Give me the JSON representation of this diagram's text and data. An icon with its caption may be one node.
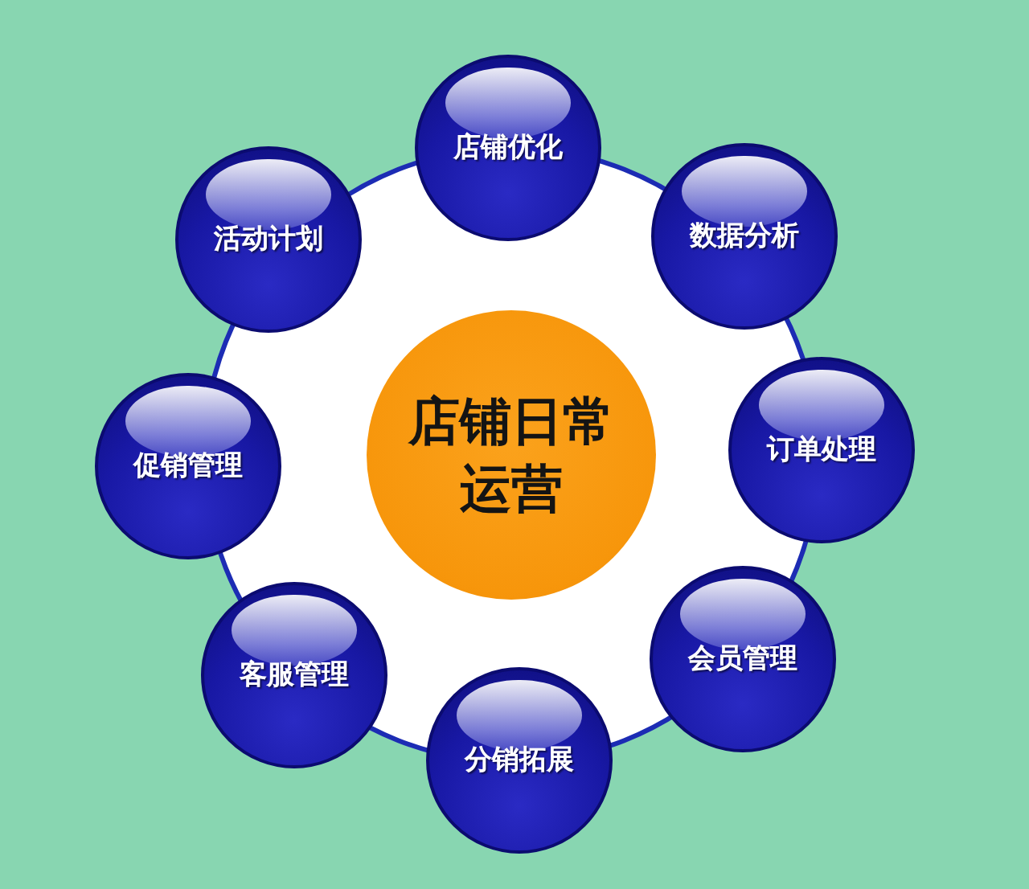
{
  "diagram": {
    "nodes": [
      {
        "text": [
          "店铺日常运营"
        ]
      },
      {
        "text": [
          "店铺优化"
        ]
      },
      {
        "text": [
          "数据分析"
        ]
      },
      {
        "text": [
          "订单处理"
        ]
      },
      {
        "text": [
          "会员管理"
        ]
      },
      {
        "text": [
          "分销拓展"
        ]
      },
      {
        "text": [
          "客服管理"
        ]
      },
      {
        "text": [
          "促销管理"
        ]
      },
      {
        "text": [
          "活动计划"
        ]
      }
    ]
  }
}
